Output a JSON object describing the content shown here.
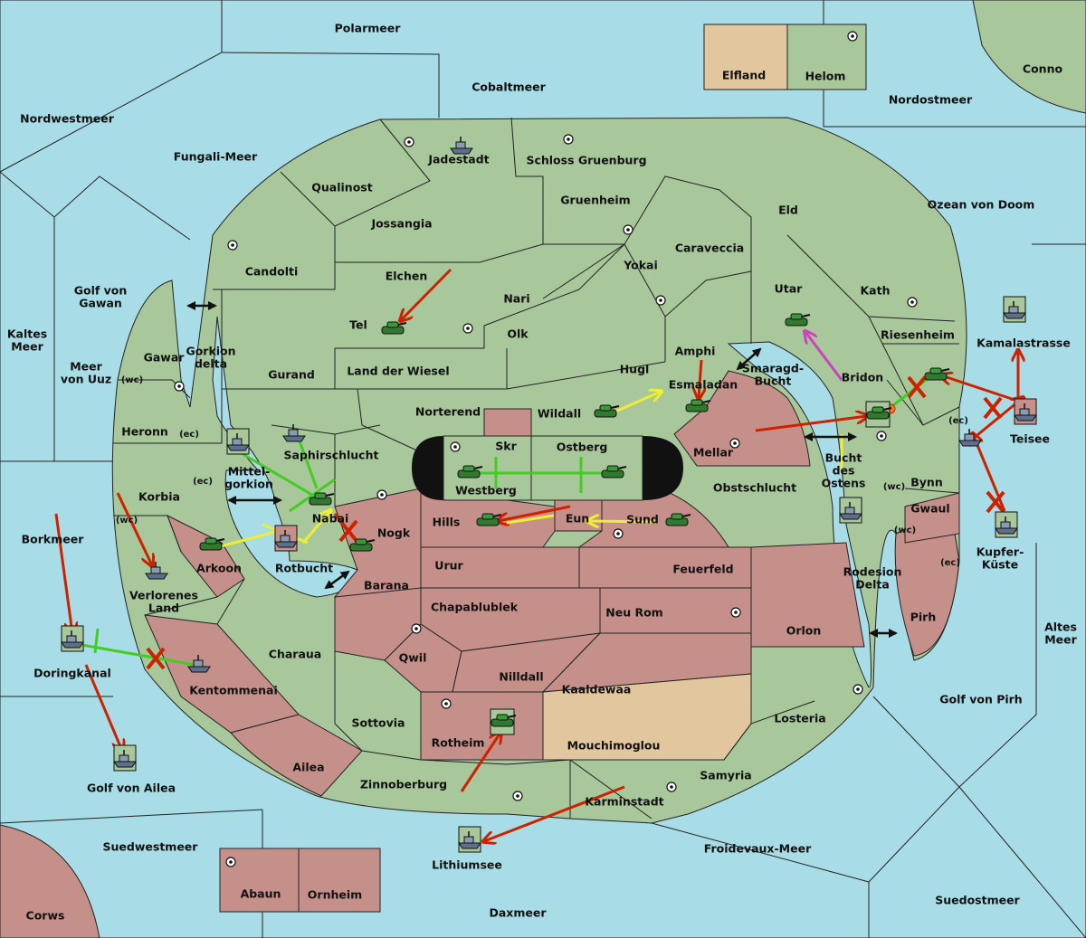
{
  "colors": {
    "sea": "#a8dce6",
    "neutral_land": "#a8c79a",
    "red_power_land": "#c59089",
    "tan_power_land": "#e2c69e",
    "move_arrow": "#cc2200",
    "support_line": "#44cc22",
    "convoy_line": "#eeee33",
    "retreat_arrow": "#cc44bb"
  },
  "seas": [
    "Polarmeer",
    "Cobaltmeer",
    "Nordostmeer",
    "Nordwestmeer",
    "Fungali-Meer",
    "Ozean von Doom",
    "Golf von Gawan",
    "Kaltes Meer",
    "Meer von Uuz",
    "Borkmeer",
    "Altes Meer",
    "Golf von Pirh",
    "Suedwestmeer",
    "Daxmeer",
    "Froidevaux-Meer",
    "Suedostmeer",
    "Golf von Ailea",
    "Lithiumsee",
    "Gorkion delta",
    "Mittel-gorkion",
    "Rotbucht",
    "Smaragd-Bucht",
    "Bucht des Ostens",
    "Rodesion Delta",
    "Kamalastrasse",
    "Kupfer-Küste",
    "Doringkanal"
  ],
  "provinces": [
    "Elfland",
    "Helom",
    "Conno",
    "Jadestadt",
    "Schloss Gruenburg",
    "Qualinost",
    "Gruenheim",
    "Eld",
    "Jossangia",
    "Caraveccia",
    "Candolti",
    "Elchen",
    "Yokai",
    "Nari",
    "Utar",
    "Kath",
    "Tel",
    "Olk",
    "Amphi",
    "Riesenheim",
    "Gurand",
    "Land der Wiesel",
    "Hugl",
    "Smaragd-",
    "Bridon",
    "Esmaladan",
    "Norterend",
    "Wildall",
    "Gawar",
    "Skr",
    "Ostberg",
    "Mellar",
    "Heronn",
    "Saphirschlucht",
    "Westberg",
    "Obstschlucht",
    "Bynn",
    "Korbia",
    "Nabai",
    "Nogk",
    "Hills",
    "Eun",
    "Sund",
    "Gwaul",
    "Arkoon",
    "Urur",
    "Feuerfeld",
    "Barana",
    "Verlorenes Land",
    "Chapablublek",
    "Neu Rom",
    "Orlon",
    "Pirh",
    "Qwil",
    "Charaua",
    "Nilldall",
    "Kaaldewaa",
    "Kentommenai",
    "Sottovia",
    "Losteria",
    "Rotheim",
    "Mouchimoglou",
    "Ailea",
    "Samyria",
    "Zinnoberburg",
    "Karminstadt",
    "Abaun",
    "Ornheim",
    "Corws",
    "Teisee"
  ],
  "coast_tags": {
    "wc": "(wc)",
    "ec": "(ec)"
  }
}
